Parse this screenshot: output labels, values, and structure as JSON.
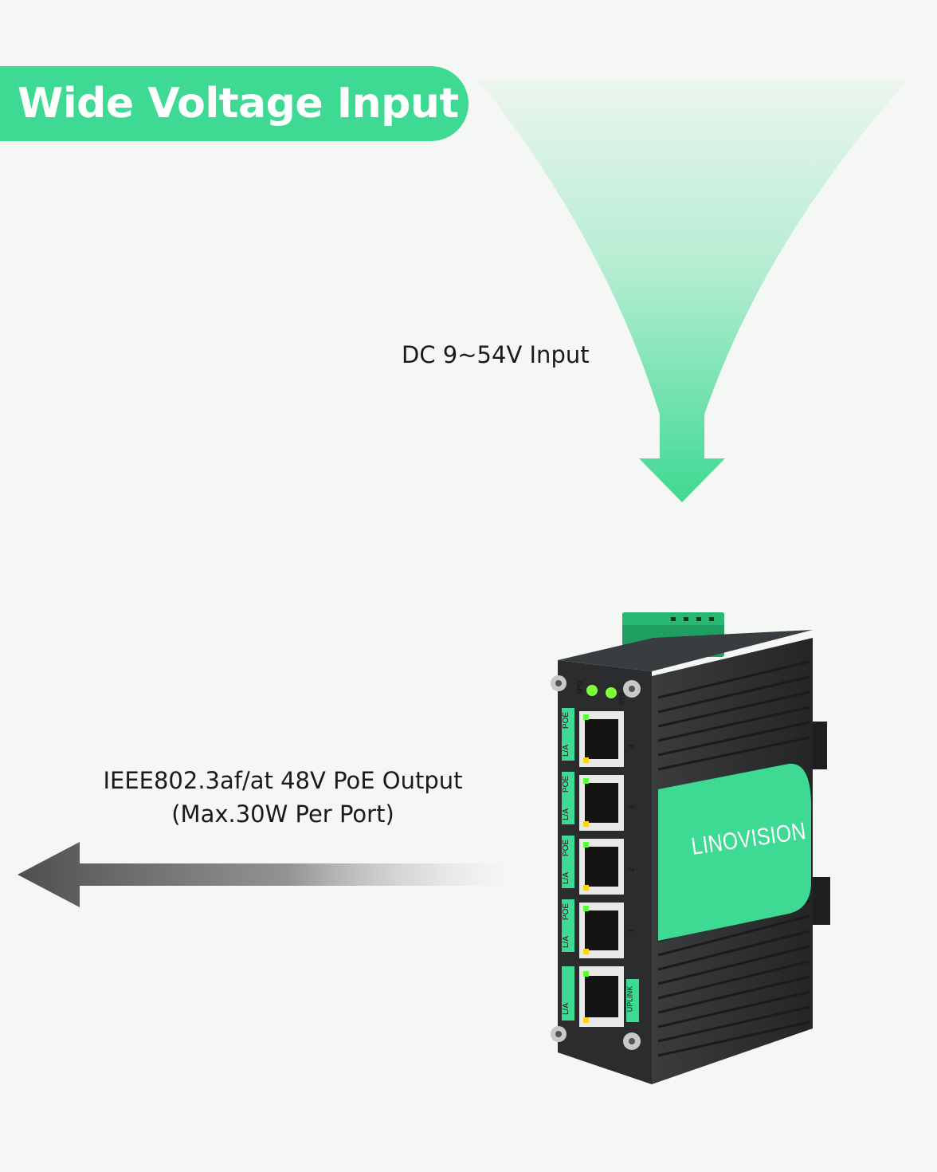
{
  "header": {
    "title": "Wide Voltage Input"
  },
  "input_label": "DC 9~54V Input",
  "output_label": {
    "line1": "IEEE802.3af/at 48V PoE Output",
    "line2": "(Max.30W Per Port)"
  },
  "device": {
    "brand": "LINOVISION",
    "leds": {
      "spd": "SPD",
      "sys": "SYS"
    },
    "ports": [
      {
        "number": "4",
        "poe": "POE",
        "la": "L/A"
      },
      {
        "number": "3",
        "poe": "POE",
        "la": "L/A"
      },
      {
        "number": "2",
        "poe": "POE",
        "la": "L/A"
      },
      {
        "number": "1",
        "poe": "POE",
        "la": "L/A"
      }
    ],
    "uplink": {
      "label": "UPLINK",
      "la": "L/A"
    }
  },
  "colors": {
    "accent": "#3ed992",
    "background": "#f5f7f4",
    "device_body": "#2b2d2f",
    "output_arrow": "#5a5a5a"
  },
  "icons": [
    "input-arrow-icon",
    "output-arrow-icon"
  ]
}
